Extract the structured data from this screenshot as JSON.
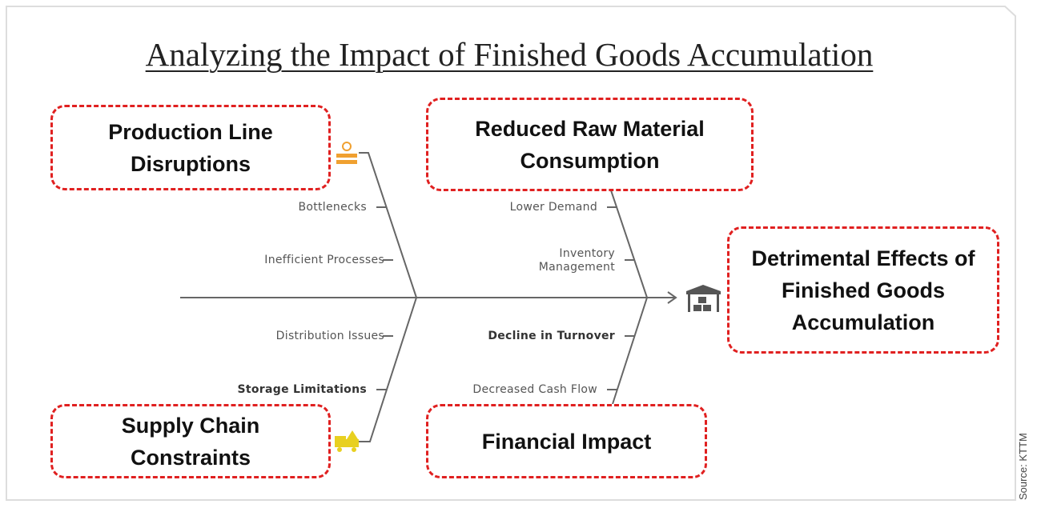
{
  "title": "Analyzing the Impact of Finished Goods Accumulation",
  "categories": {
    "production": "Production Line Disruptions",
    "raw_material": "Reduced Raw Material Consumption",
    "supply_chain": "Supply Chain Constraints",
    "financial": "Financial Impact"
  },
  "effect": "Detrimental Effects of Finished Goods Accumulation",
  "causes": {
    "bottlenecks": "Bottlenecks",
    "inefficient": "Inefficient Processes",
    "distribution": "Distribution Issues",
    "storage": "Storage Limitations",
    "lower_demand": "Lower Demand",
    "inventory_1": "Inventory",
    "inventory_2": "Management",
    "turnover": "Decline in Turnover",
    "cash_flow": "Decreased Cash Flow"
  },
  "source": "Source: KTTM",
  "colors": {
    "accent": "#e02020",
    "line": "#666666",
    "icon_orange": "#f0a030",
    "icon_yellow": "#e8d020"
  }
}
